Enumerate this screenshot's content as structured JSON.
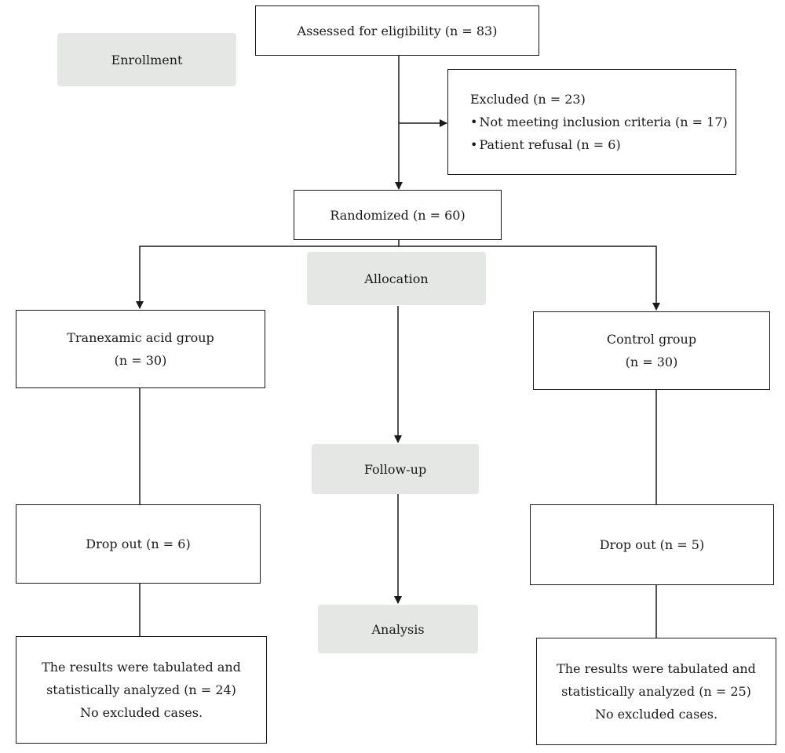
{
  "stages": {
    "enrollment": "Enrollment",
    "allocation": "Allocation",
    "followup": "Follow-up",
    "analysis": "Analysis"
  },
  "assessed": "Assessed for eligibility (n = 83)",
  "excluded": {
    "title": "Excluded (n = 23)",
    "bullet_icon": "bullet-dot",
    "items": [
      "Not meeting inclusion criteria (n = 17)",
      "Patient refusal (n = 6)"
    ]
  },
  "randomized": "Randomized (n = 60)",
  "groups": {
    "left": {
      "name": "Tranexamic acid group",
      "n": "(n = 30)",
      "dropout": "Drop out (n = 6)",
      "results": [
        "The results were tabulated and",
        "statistically analyzed (n = 24)",
        "No excluded cases."
      ]
    },
    "right": {
      "name": "Control group",
      "n": "(n = 30)",
      "dropout": "Drop out (n = 5)",
      "results": [
        "The results were tabulated and",
        "statistically analyzed (n = 25)",
        "No excluded cases."
      ]
    }
  }
}
